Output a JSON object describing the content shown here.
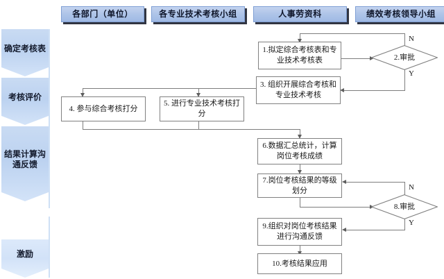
{
  "diagram": {
    "title_roles": [
      {
        "id": "role-departments",
        "label": "各部门（单位）"
      },
      {
        "id": "role-tech-groups",
        "label": "各专业技术考核小组"
      },
      {
        "id": "role-hr",
        "label": "人事劳资科"
      },
      {
        "id": "role-leadership",
        "label": "绩效考核领导小组"
      }
    ],
    "phases": [
      {
        "id": "phase-1",
        "label": "确定考核表"
      },
      {
        "id": "phase-2",
        "label": "考核评价"
      },
      {
        "id": "phase-3",
        "label": "结果计算沟通反馈"
      },
      {
        "id": "phase-4",
        "label": "激励"
      }
    ],
    "nodes": [
      {
        "id": "node-1",
        "number": "1.",
        "label": "1.拟定综合考核表和专业技术考核表"
      },
      {
        "id": "node-3",
        "number": "3.",
        "label": "3. 组织开展综合考核和专业技术考核"
      },
      {
        "id": "node-4",
        "number": "4.",
        "label": "4. 参与综合考核打分"
      },
      {
        "id": "node-5",
        "number": "5.",
        "label": "5. 进行专业技术考核打分"
      },
      {
        "id": "node-6",
        "number": "6.",
        "label": "6.数据汇总统计，计算岗位考核成绩"
      },
      {
        "id": "node-7",
        "number": "7.",
        "label": "7.岗位考核结果的等级划分"
      },
      {
        "id": "node-9",
        "number": "9.",
        "label": "9.组织对岗位考核结果进行沟通反馈"
      },
      {
        "id": "node-10",
        "number": "10.",
        "label": "10.考核结果应用"
      }
    ],
    "decisions": [
      {
        "id": "decision-2",
        "label": "2.审批",
        "yes": "Y",
        "no": "N"
      },
      {
        "id": "decision-8",
        "label": "8.审批",
        "yes": "Y",
        "no": "N"
      }
    ],
    "edge_labels": {
      "d2_no": "N",
      "d2_yes": "Y",
      "d8_no": "N",
      "d8_yes": "Y"
    },
    "colors": {
      "role_fill": "#aec4e8",
      "role_border": "#7f9fd4",
      "phase_fill": "#bcd2f0",
      "phase_fill_light": "#d8e6fa",
      "node_border": "#808080",
      "connector": "#7d7d7d",
      "background": "#ffffff"
    }
  }
}
